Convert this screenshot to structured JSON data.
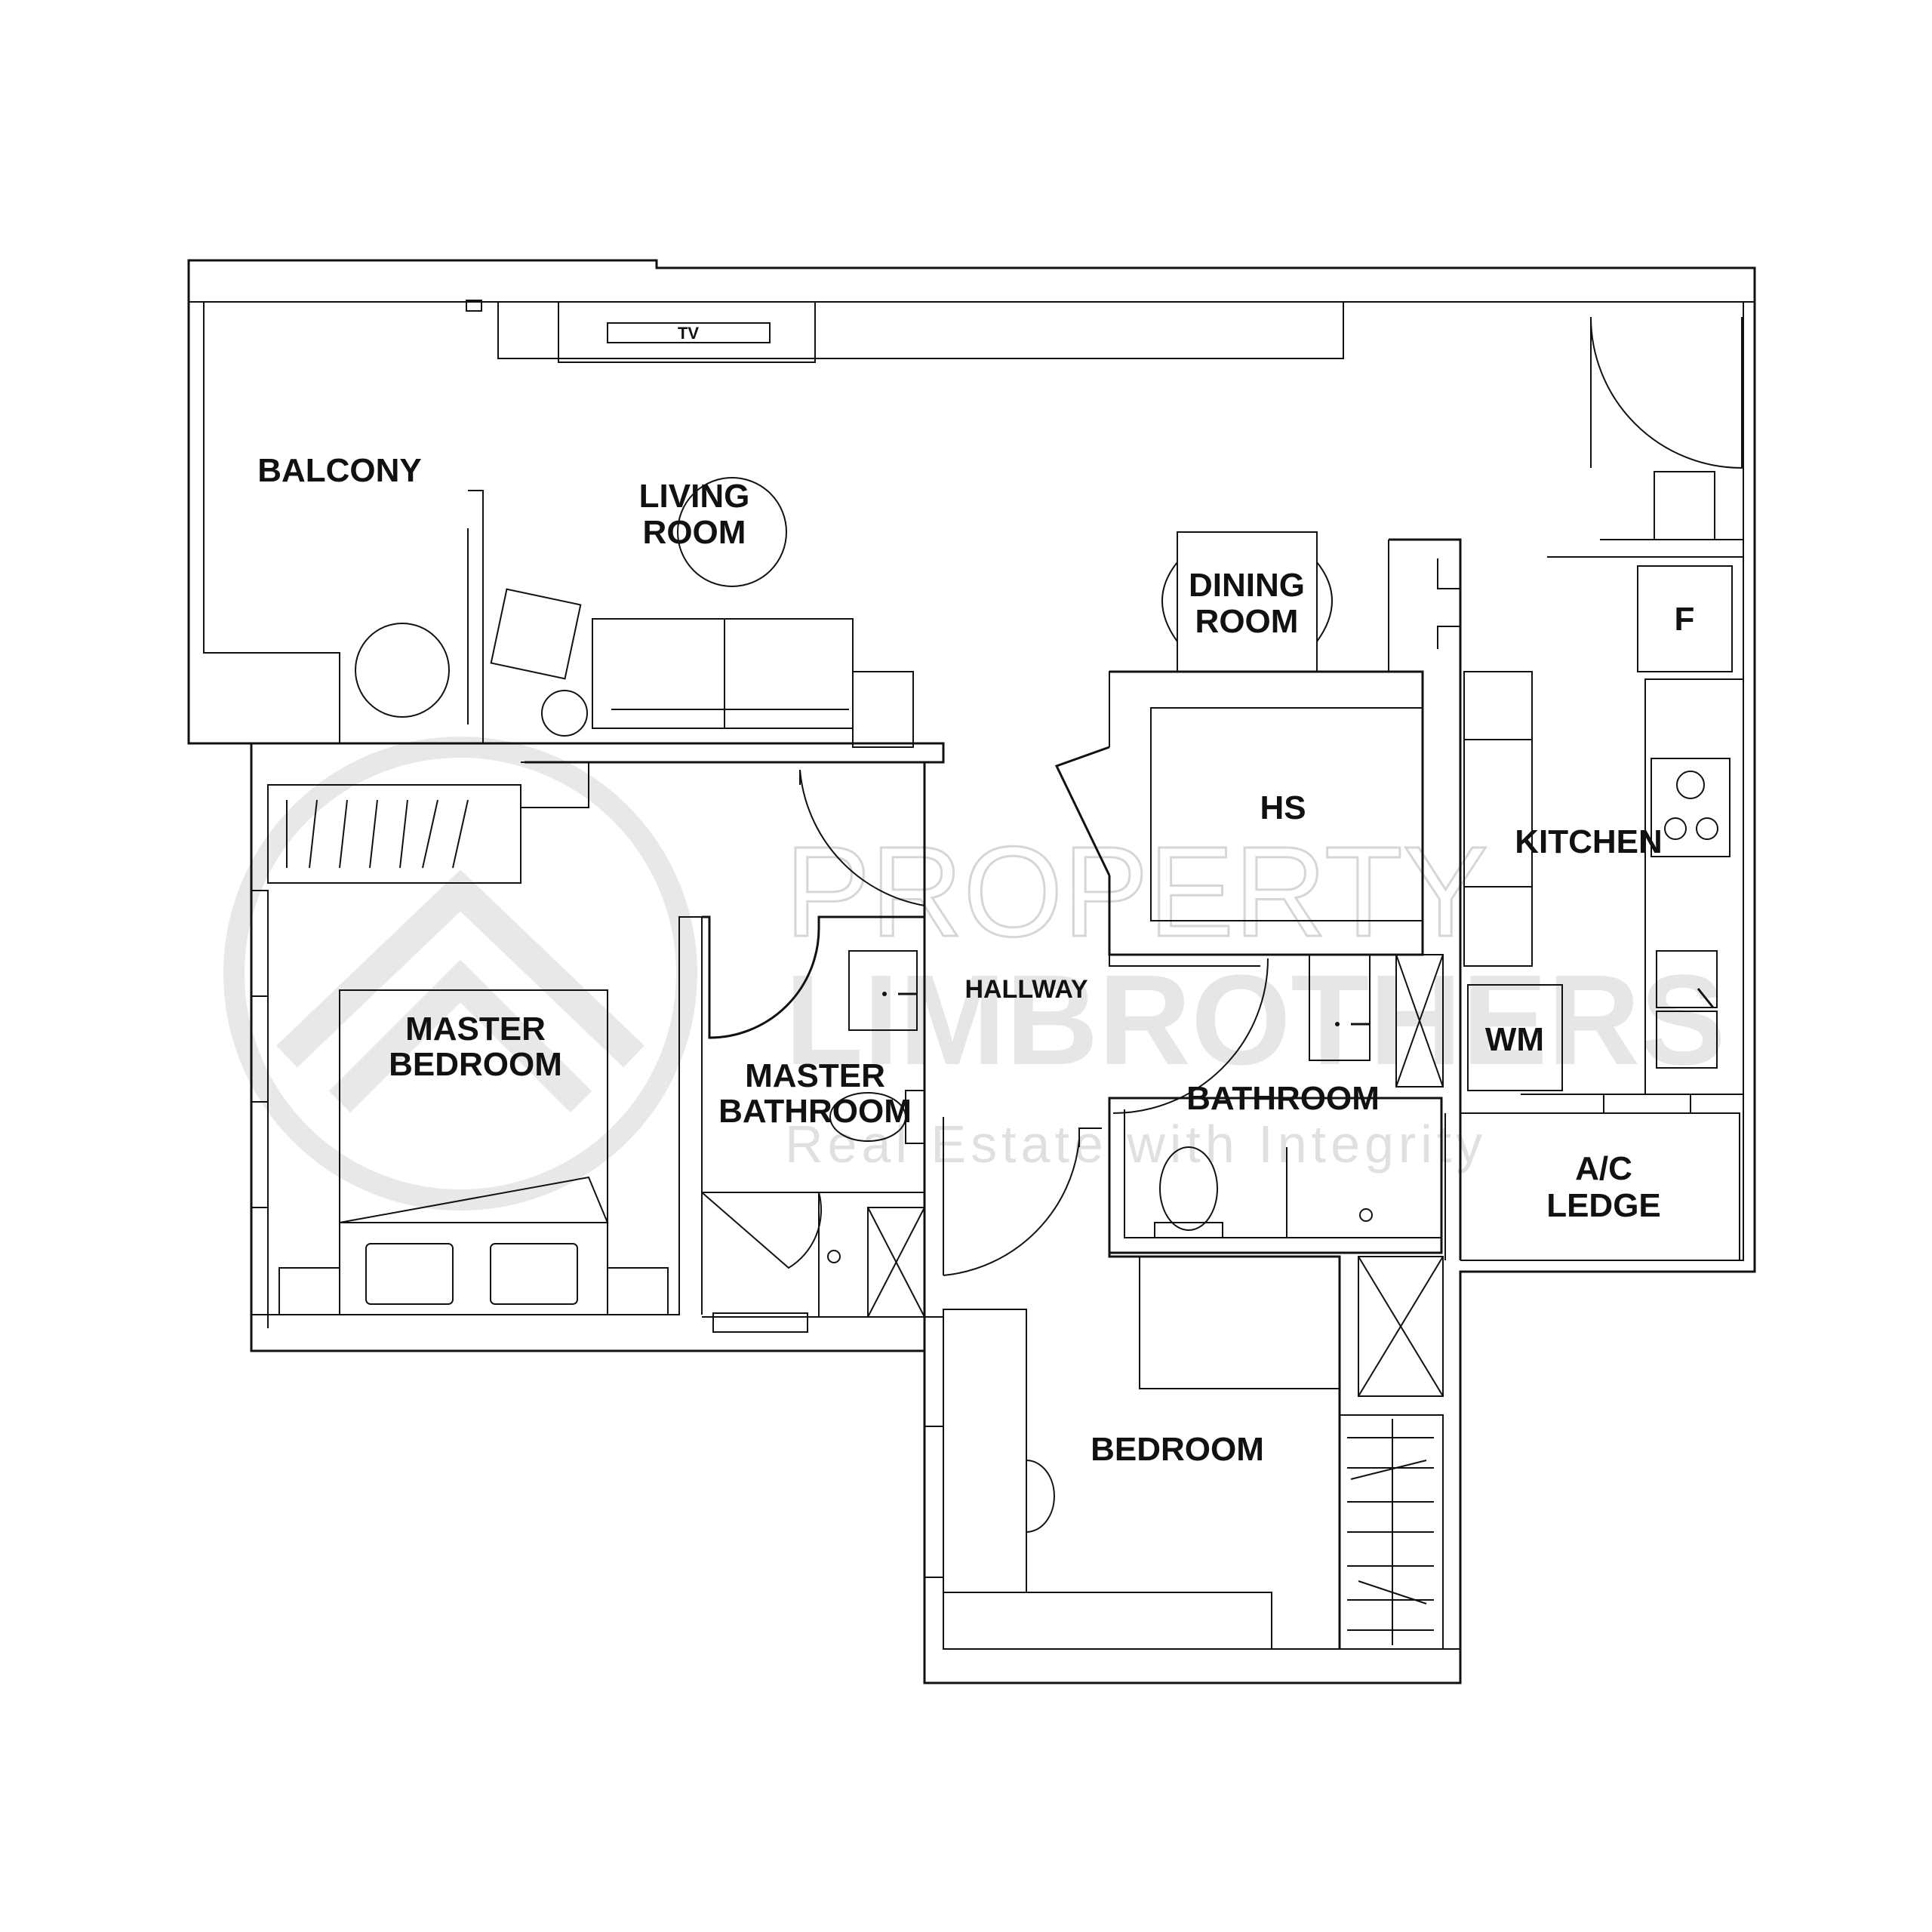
{
  "rooms": {
    "balcony": "BALCONY",
    "living_room": [
      "LIVING",
      "ROOM"
    ],
    "dining_room": [
      "DINING",
      "ROOM"
    ],
    "hs": "HS",
    "kitchen": "KITCHEN",
    "fridge": "F",
    "master_bedroom": [
      "MASTER",
      "BEDROOM"
    ],
    "master_bathroom": [
      "MASTER",
      "BATHROOM"
    ],
    "hallway": "HALLWAY",
    "washing_machine": "WM",
    "bathroom": "BATHROOM",
    "ac_ledge": [
      "A/C",
      "LEDGE"
    ],
    "bedroom": "BEDROOM",
    "tv": "TV"
  },
  "watermark": {
    "line1": "PROPERTY",
    "line2": "LIMBROTHERS",
    "tagline": "Real Estate with Integrity"
  }
}
